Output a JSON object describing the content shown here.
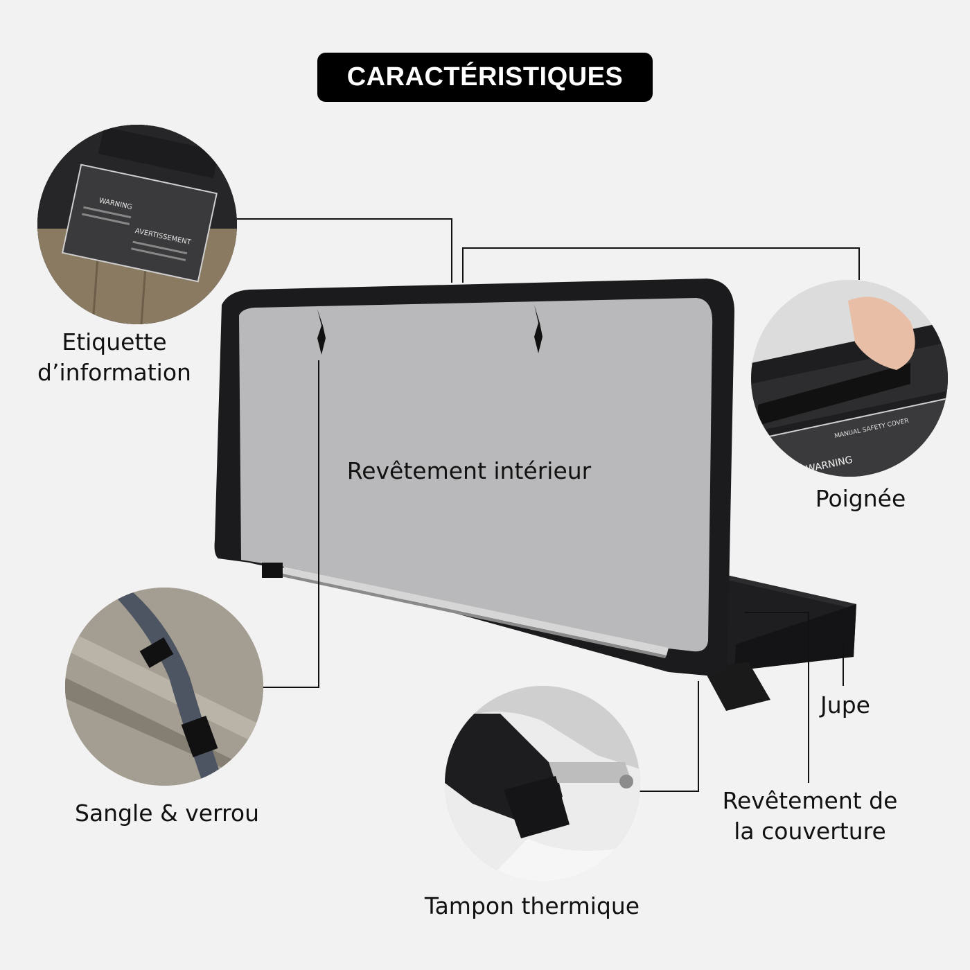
{
  "title": "CARACTÉRISTIQUES",
  "labels": {
    "info_label": "Etiquette\nd’information",
    "inner_lining": "Revêtement intérieur",
    "handle": "Poignée",
    "skirt": "Jupe",
    "cover_lining": "Revêtement de\nla couverture",
    "strap_lock": "Sangle & verrou",
    "thermal_pad": "Tampon thermique"
  },
  "photo_text": {
    "warning": "WARNING",
    "avertissement": "AVERTISSEMENT",
    "manual_cover": "MANUAL SAFETY COVER"
  },
  "colors": {
    "background": "#f2f2f2",
    "badge": "#000000",
    "cover_black": "#1b1b1d",
    "inner_grey": "#b9b9bb",
    "line": "#111111"
  }
}
